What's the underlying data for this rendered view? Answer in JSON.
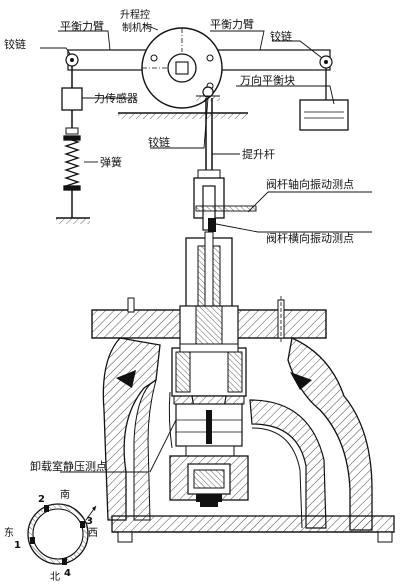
{
  "labels": {
    "hinge_top_left": "铰链",
    "balance_arm_left": "平衡力臂",
    "lift_control_line1": "升程控",
    "lift_control_line2": "制机构",
    "balance_arm_right": "平衡力臂",
    "hinge_top_right": "铰链",
    "force_sensor": "力传感器",
    "counterweight": "万向平衡块",
    "spring": "弹簧",
    "hinge_mid": "铰链",
    "lift_rod": "提升杆",
    "stem_axial_point": "阀杆轴向振动测点",
    "stem_lateral_point": "阀杆横向振动测点",
    "unload_chamber_point": "卸载室静压测点"
  },
  "compass": {
    "north": "北",
    "south": "南",
    "east": "东",
    "west": "西"
  },
  "points": [
    "1",
    "2",
    "3",
    "4"
  ]
}
